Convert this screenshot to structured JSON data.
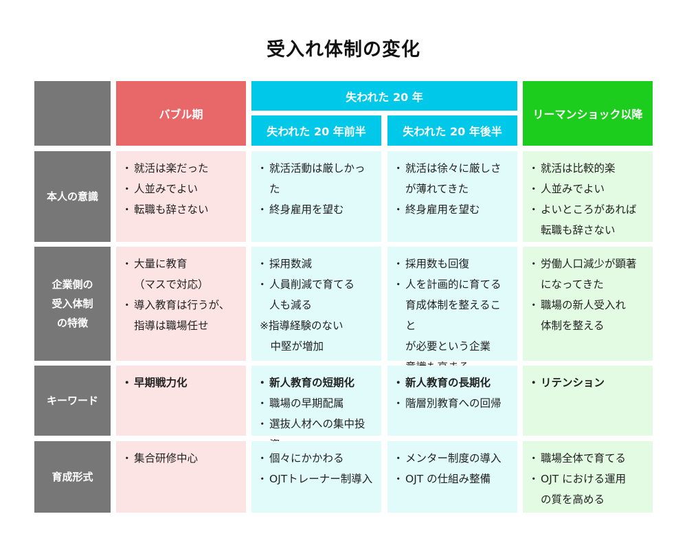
{
  "title": "受入れ体制の変化",
  "headers": {
    "bubble": "バブル期",
    "lost20": "失われた 20 年",
    "lost20_first": "失われた 20 年前半",
    "lost20_second": "失われた 20 年後半",
    "lehman": "リーマンショック以降"
  },
  "rows": [
    {
      "label": "本人の意識",
      "bubble": [
        {
          "t": "就活は楽だった"
        },
        {
          "t": "人並みでよい"
        },
        {
          "t": "転職も辞さない"
        }
      ],
      "first": [
        {
          "t": "就活活動は厳しかった"
        },
        {
          "t": "終身雇用を望む"
        }
      ],
      "second": [
        {
          "t": "就活は徐々に厳しさ\nが薄れてきた"
        },
        {
          "t": "終身雇用を望む"
        }
      ],
      "lehman": [
        {
          "t": "就活は比較的楽"
        },
        {
          "t": "人並みでよい"
        },
        {
          "t": "よいところがあれば\n転職も辞さない"
        }
      ]
    },
    {
      "label": "企業側の\n受入体制\nの特徴",
      "bubble": [
        {
          "t": "大量に教育\n（マスで対応）"
        },
        {
          "t": "導入教育は行うが、\n指導は職場任せ"
        }
      ],
      "first": [
        {
          "t": "採用数減"
        },
        {
          "t": "人員削減で育てる\n人も減る"
        }
      ],
      "first_note": "※指導経験のない\n　中堅が増加",
      "second": [
        {
          "t": "採用数も回復"
        },
        {
          "t": "人を計画的に育てる\n育成体制を整えること\nが必要という企業\n意識も高まる"
        }
      ],
      "lehman": [
        {
          "t": "労働人口減少が顕著\nになってきた"
        },
        {
          "t": "職場の新人受入れ\n体制を整える"
        }
      ]
    },
    {
      "label": "キーワード",
      "bubble": [
        {
          "t": "早期戦力化",
          "b": true
        }
      ],
      "first": [
        {
          "t": "新人教育の短期化",
          "b": true
        },
        {
          "t": "職場の早期配属"
        },
        {
          "t": "選抜人材への集中投資"
        }
      ],
      "second": [
        {
          "t": "新人教育の長期化",
          "b": true
        },
        {
          "t": "階層別教育への回帰"
        }
      ],
      "lehman": [
        {
          "t": "リテンション",
          "b": true
        }
      ]
    },
    {
      "label": "育成形式",
      "bubble": [
        {
          "t": "集合研修中心"
        }
      ],
      "first": [
        {
          "t": "個々にかかわる"
        },
        {
          "t": "OJTトレーナー制導入"
        }
      ],
      "second": [
        {
          "t": "メンター制度の導入"
        },
        {
          "t": "OJT の仕組み整備"
        }
      ],
      "lehman": [
        {
          "t": "職場全体で育てる"
        },
        {
          "t": "OJT における運用\nの質を高める"
        }
      ]
    }
  ]
}
